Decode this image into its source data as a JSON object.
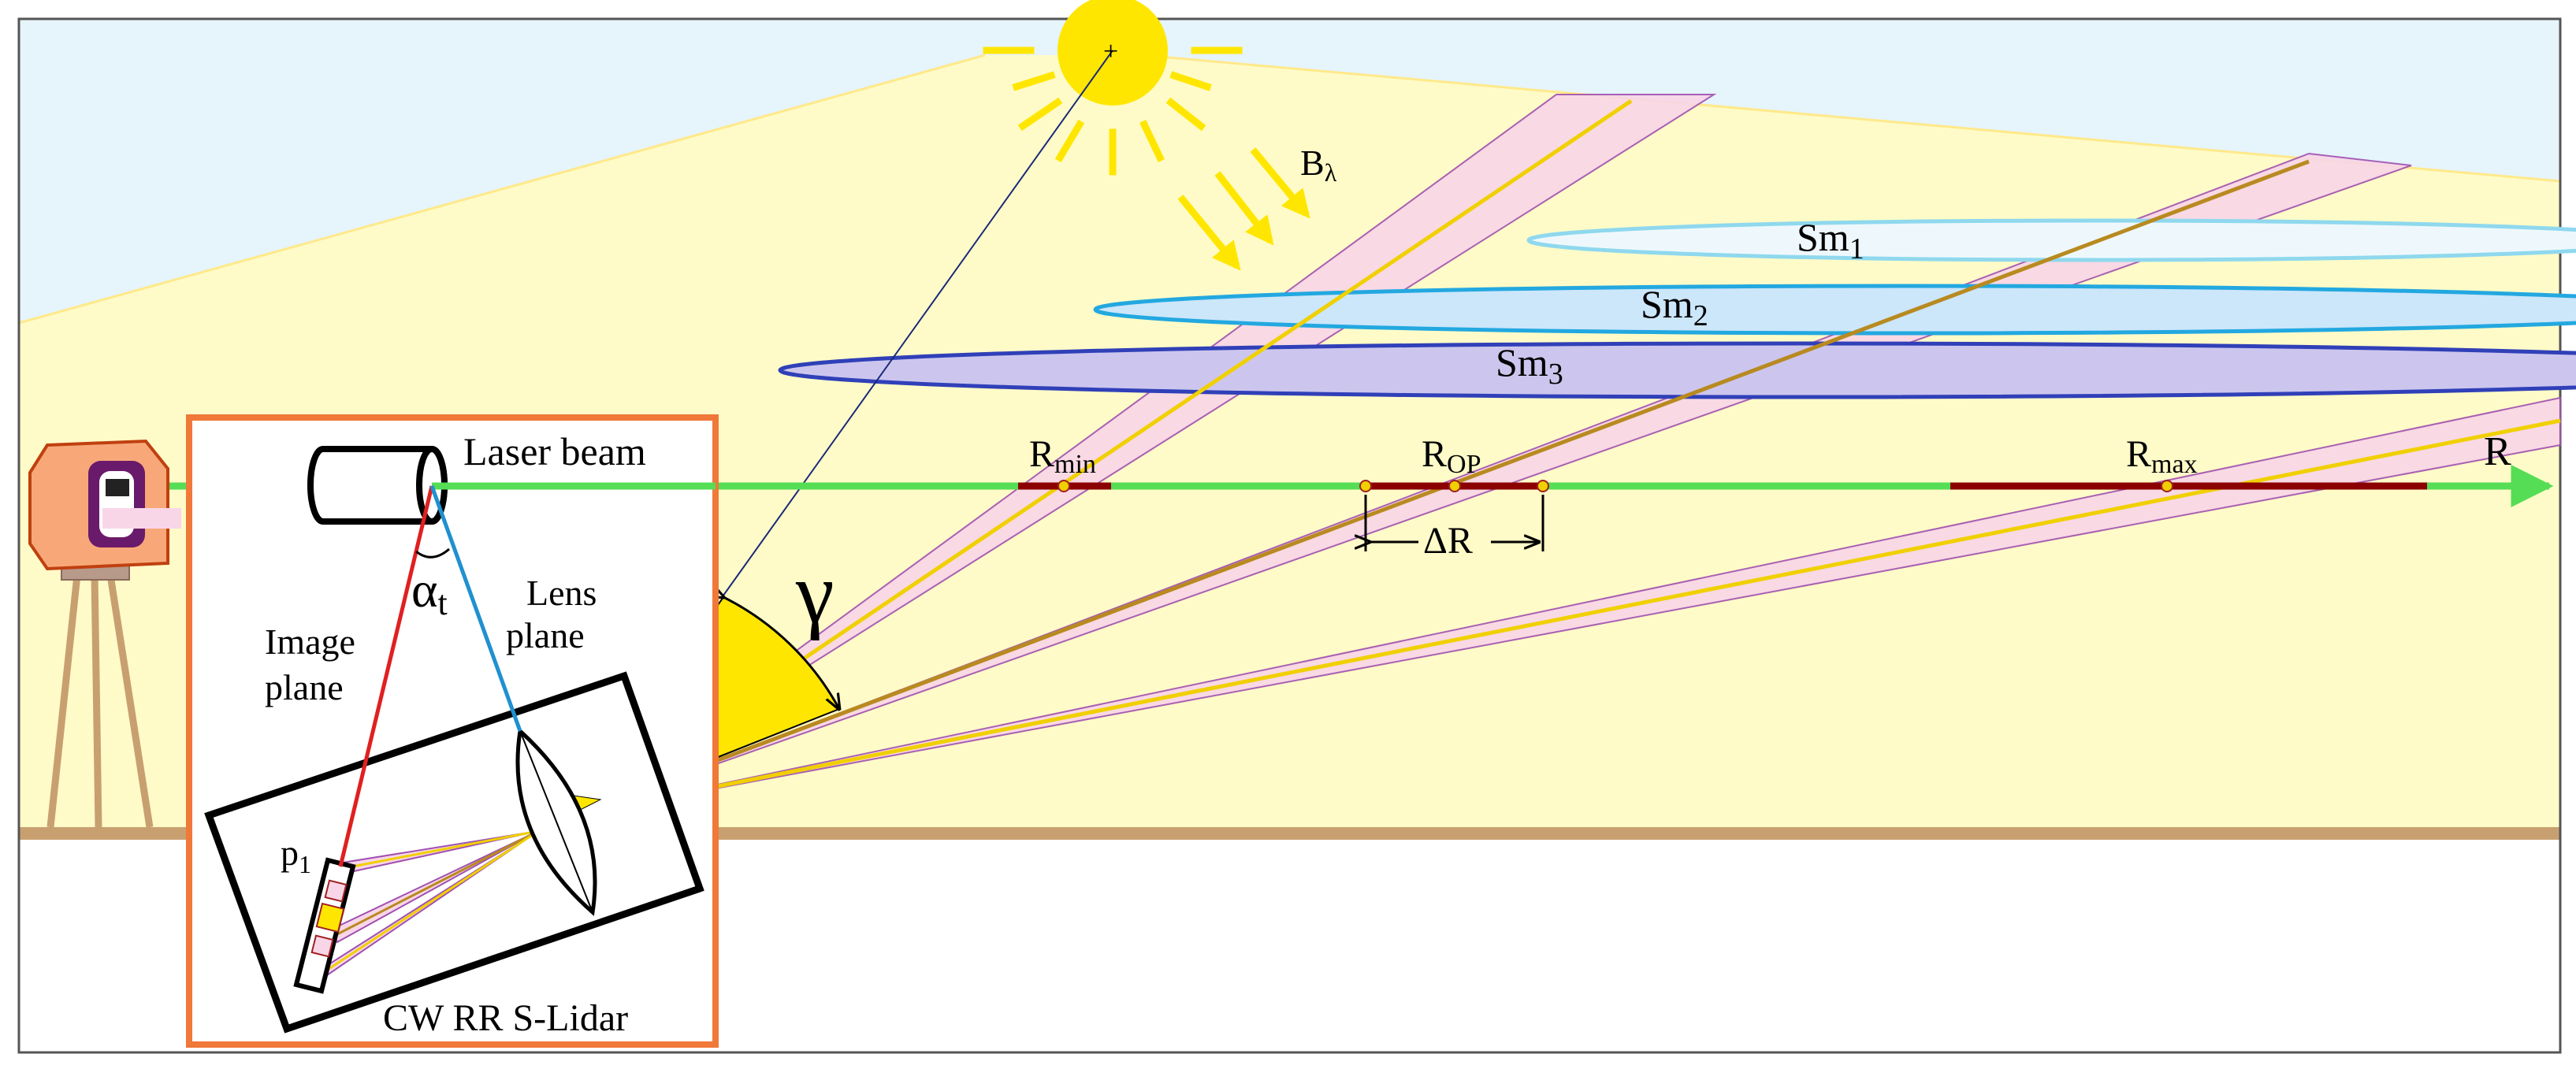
{
  "colors": {
    "sky": "#e6f4fb",
    "ground_field": "#fffbc8",
    "ground_line": "#c8a070",
    "beam": "#55dd55",
    "cone_fill": "#f8d6e8",
    "cone_edge": "#a050b0",
    "ray_yellow": "#f0d000",
    "ray_brown": "#b88a20",
    "segment_red": "#8b0000",
    "sun": "#ffe600",
    "inset_border": "#f07838",
    "image_plane": "#e02020",
    "lens_plane": "#2090d0",
    "smoke1": "#8fd8ee",
    "smoke2": "#23a8e0",
    "smoke3": "#3040b8"
  },
  "labels": {
    "b_lambda": {
      "main": "B",
      "sub": "λ"
    },
    "sm1": {
      "main": "Sm",
      "sub": "1"
    },
    "sm2": {
      "main": "Sm",
      "sub": "2"
    },
    "sm3": {
      "main": "Sm",
      "sub": "3"
    },
    "laser_beam": "Laser beam",
    "r_min": {
      "main": "R",
      "sub": "min"
    },
    "r_op": {
      "main": "R",
      "sub": "OP"
    },
    "r_max": {
      "main": "R",
      "sub": "max"
    },
    "r_axis": "R",
    "delta_r": "ΔR",
    "gamma": "γ",
    "alpha_t": {
      "main": "α",
      "sub": "t"
    },
    "lens_plane": [
      "Lens",
      "plane"
    ],
    "image_plane": [
      "Image",
      "plane"
    ],
    "pixel": {
      "main": "p",
      "sub": "1"
    },
    "device": "CW RR S-Lidar"
  }
}
